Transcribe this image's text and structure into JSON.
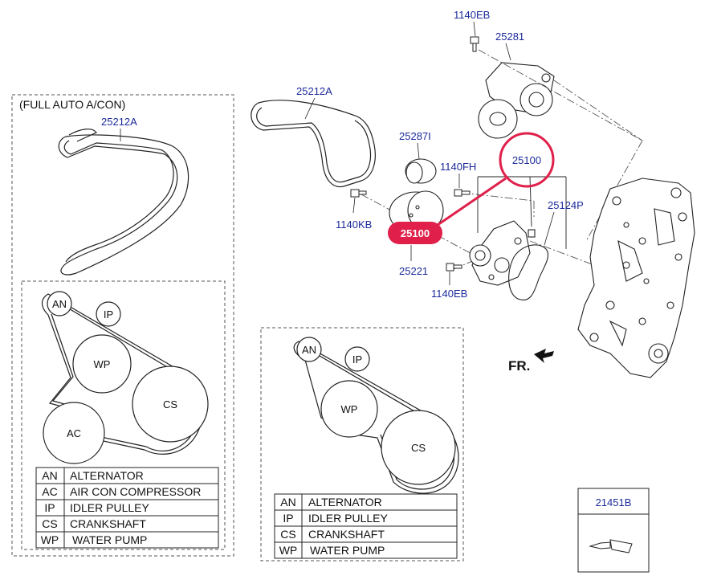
{
  "parts": {
    "p1140EB_top": "1140EB",
    "p25281": "25281",
    "p25212A_main": "25212A",
    "p25287I": "25287I",
    "p1140FH": "1140FH",
    "p25100_circle": "25100",
    "p25124P": "25124P",
    "p1140KB": "1140KB",
    "p25100_highlight": "25100",
    "p25221": "25221",
    "p1140EB_bottom": "1140EB",
    "p21451B": "21451B"
  },
  "full_auto_box": {
    "title": "(FULL AUTO A/CON)",
    "belt_part": "25212A",
    "pulleys": [
      "AN",
      "IP",
      "WP",
      "CS",
      "AC"
    ],
    "legend": [
      {
        "code": "AN",
        "name": "ALTERNATOR"
      },
      {
        "code": "AC",
        "name": "AIR CON COMPRESSOR"
      },
      {
        "code": "IP",
        "name": "IDLER PULLEY"
      },
      {
        "code": "CS",
        "name": "CRANKSHAFT"
      },
      {
        "code": "WP",
        "name": "WATER PUMP"
      }
    ]
  },
  "standard_box": {
    "pulleys": [
      "AN",
      "IP",
      "WP",
      "CS"
    ],
    "legend": [
      {
        "code": "AN",
        "name": "ALTERNATOR"
      },
      {
        "code": "IP",
        "name": "IDLER PULLEY"
      },
      {
        "code": "CS",
        "name": "CRANKSHAFT"
      },
      {
        "code": "WP",
        "name": "WATER PUMP"
      }
    ]
  },
  "direction_label": "FR.",
  "colors": {
    "part_number": "#1b2a9a",
    "highlight": "#e0204a",
    "line": "#222222"
  }
}
